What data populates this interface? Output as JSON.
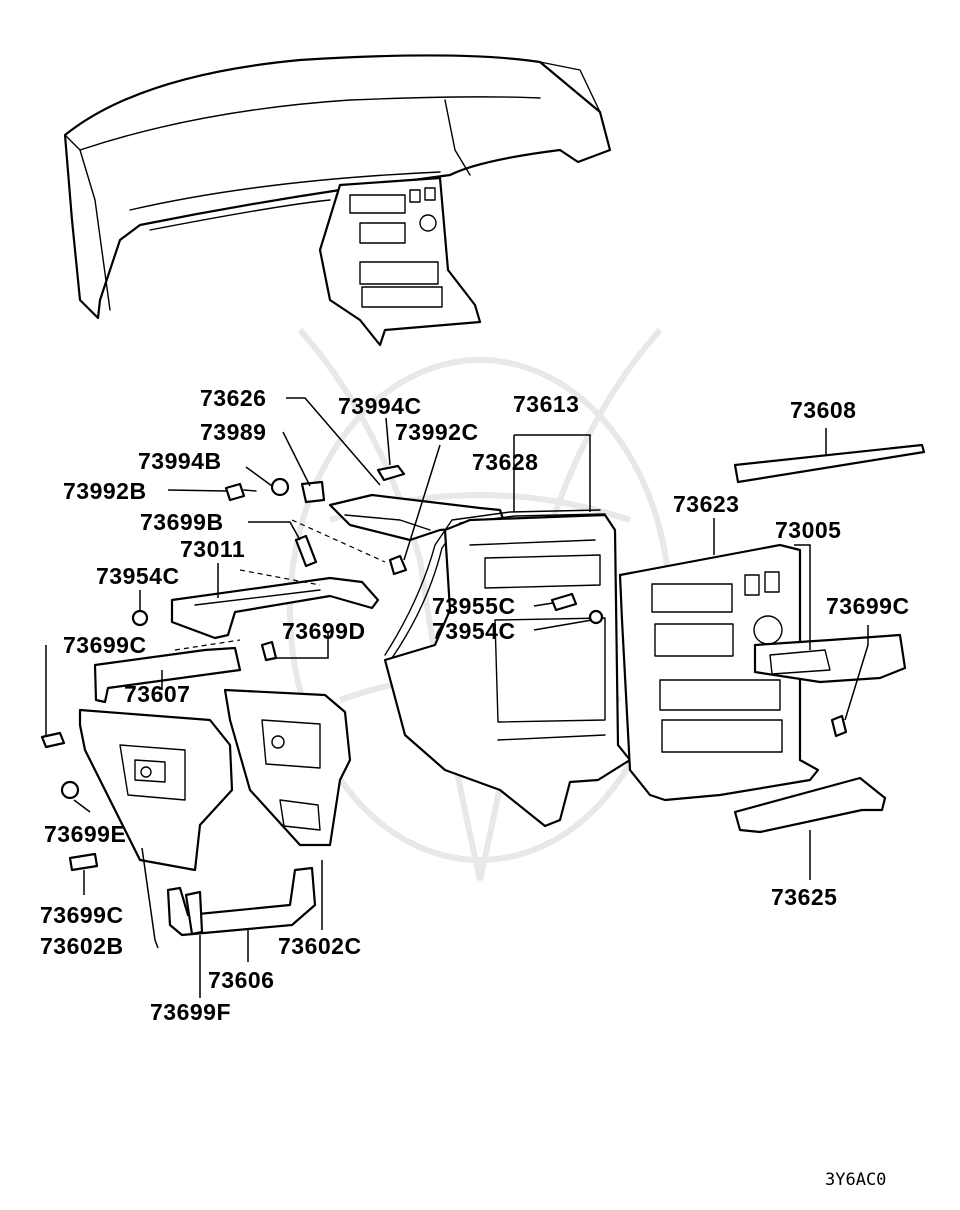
{
  "diagram": {
    "labels": {
      "p73626": "73626",
      "p73994C": "73994C",
      "p73613": "73613",
      "p73608": "73608",
      "p73989": "73989",
      "p73992C": "73992C",
      "p73994B": "73994B",
      "p73628": "73628",
      "p73992B": "73992B",
      "p73623": "73623",
      "p73699B": "73699B",
      "p73005": "73005",
      "p73011": "73011",
      "p73954C_left": "73954C",
      "p73955C": "73955C",
      "p73699C_right": "73699C",
      "p73954C_center": "73954C",
      "p73699D": "73699D",
      "p73699C_left": "73699C",
      "p73607": "73607",
      "p73699E": "73699E",
      "p73699C_bottom": "73699C",
      "p73625": "73625",
      "p73602B": "73602B",
      "p73602C": "73602C",
      "p73606": "73606",
      "p73699F": "73699F"
    },
    "diagram_code": "3Y6AC0"
  }
}
